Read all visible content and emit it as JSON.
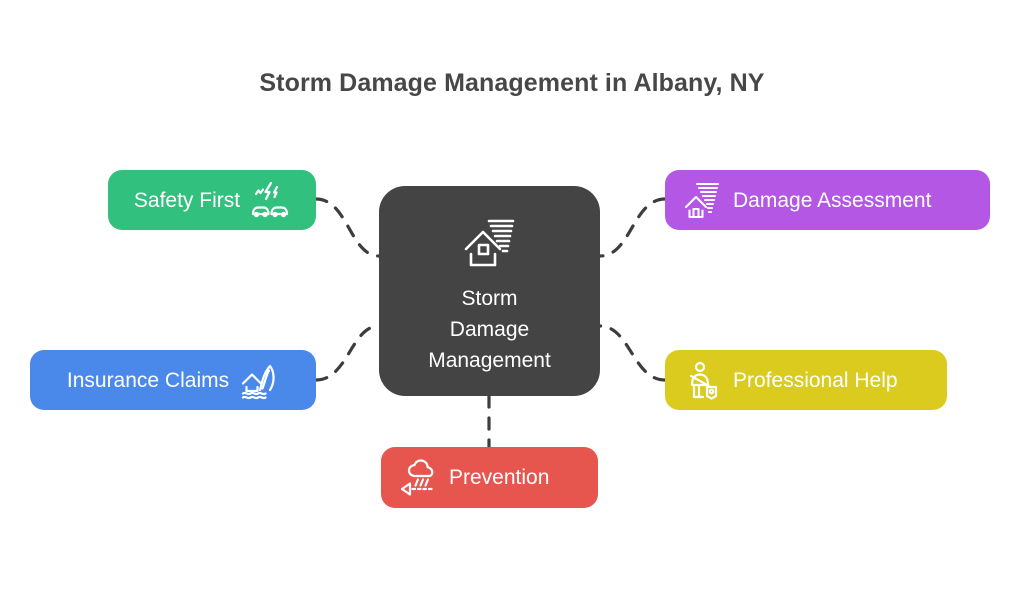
{
  "diagram": {
    "title": "Storm Damage Management in Albany, NY",
    "type": "mindmap",
    "background_color": "#ffffff",
    "title_color": "#474747",
    "connector_color": "#3d3d3d",
    "connector_style": "dashed"
  },
  "center": {
    "label": "Storm\nDamage\nManagement",
    "line1": "Storm",
    "line2": "Damage",
    "line3": "Management",
    "icon": "house-tornado-icon",
    "color": "#444444",
    "text_color": "#ffffff"
  },
  "branches": [
    {
      "id": "safety-first",
      "label": "Safety First",
      "icon": "cars-lightning-icon",
      "color": "#32c07e",
      "text_color": "#ffffff",
      "icon_position": "right",
      "position": "top-left"
    },
    {
      "id": "damage-assessment",
      "label": "Damage Assessment",
      "icon": "house-tornado-icon",
      "color": "#b457e5",
      "text_color": "#ffffff",
      "icon_position": "left",
      "position": "top-right"
    },
    {
      "id": "insurance-claims",
      "label": "Insurance Claims",
      "icon": "house-flood-wave-icon",
      "color": "#4a89ea",
      "text_color": "#ffffff",
      "icon_position": "right",
      "position": "bottom-left"
    },
    {
      "id": "professional-help",
      "label": "Professional Help",
      "icon": "worker-tag-icon",
      "color": "#dbcb1e",
      "text_color": "#ffffff",
      "icon_position": "left",
      "position": "bottom-right"
    },
    {
      "id": "prevention",
      "label": "Prevention",
      "icon": "storm-cloud-alert-icon",
      "color": "#e6564f",
      "text_color": "#ffffff",
      "icon_position": "left",
      "position": "bottom-center"
    }
  ]
}
